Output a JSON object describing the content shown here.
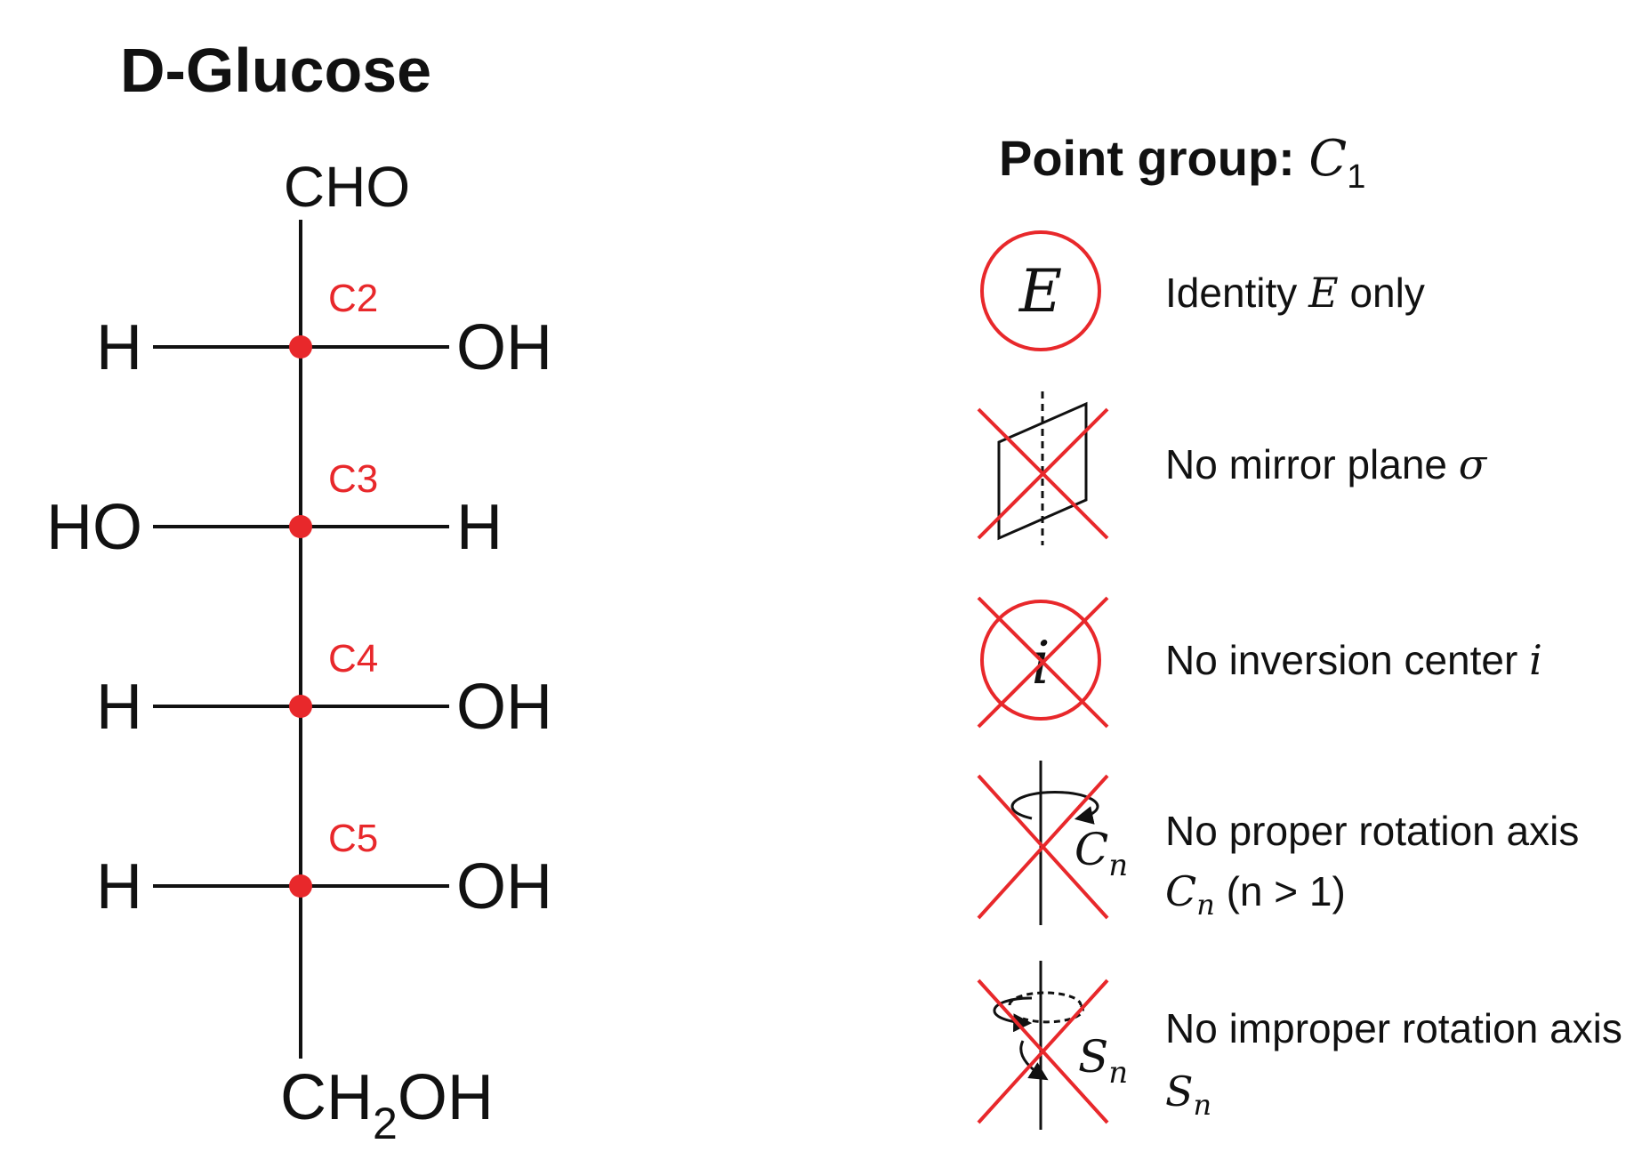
{
  "title": "D-Glucose",
  "molecule": {
    "top_group": {
      "base": "CHO"
    },
    "bottom_group": {
      "base": "CH",
      "sub": "2",
      "tail": "OH"
    },
    "centers": [
      {
        "label": "C2",
        "left": "H",
        "right": "OH"
      },
      {
        "label": "C3",
        "left": "HO",
        "right": "H"
      },
      {
        "label": "C4",
        "left": "H",
        "right": "OH"
      },
      {
        "label": "C5",
        "left": "H",
        "right": "OH"
      }
    ]
  },
  "point_group": {
    "heading_prefix": "Point group: ",
    "symbol": "C",
    "symbol_sub": "1"
  },
  "elements": [
    {
      "icon": "identity-icon",
      "crossed": false,
      "icon_text": "E",
      "line1_plain": "Identity ",
      "line1_symbol": "E",
      "line1_tail": " only"
    },
    {
      "icon": "mirror-plane-icon",
      "crossed": true,
      "line1_plain": "No mirror plane ",
      "line1_symbol": "σ"
    },
    {
      "icon": "inversion-center-icon",
      "crossed": true,
      "icon_text": "i",
      "line1_plain": "No inversion center ",
      "line1_symbol": "i"
    },
    {
      "icon": "proper-rotation-icon",
      "crossed": true,
      "icon_symbol": "C",
      "icon_sub": "n",
      "line1_plain": "No proper rotation axis",
      "line2_symbol": "C",
      "line2_sub": "n",
      "line2_tail": " (n > 1)"
    },
    {
      "icon": "improper-rotation-icon",
      "crossed": true,
      "icon_symbol": "S",
      "icon_sub": "n",
      "line1_plain": "No improper rotation axis",
      "line2_symbol": "S",
      "line2_sub": "n"
    }
  ],
  "colors": {
    "accent": "#e8282b",
    "ink": "#111111"
  }
}
